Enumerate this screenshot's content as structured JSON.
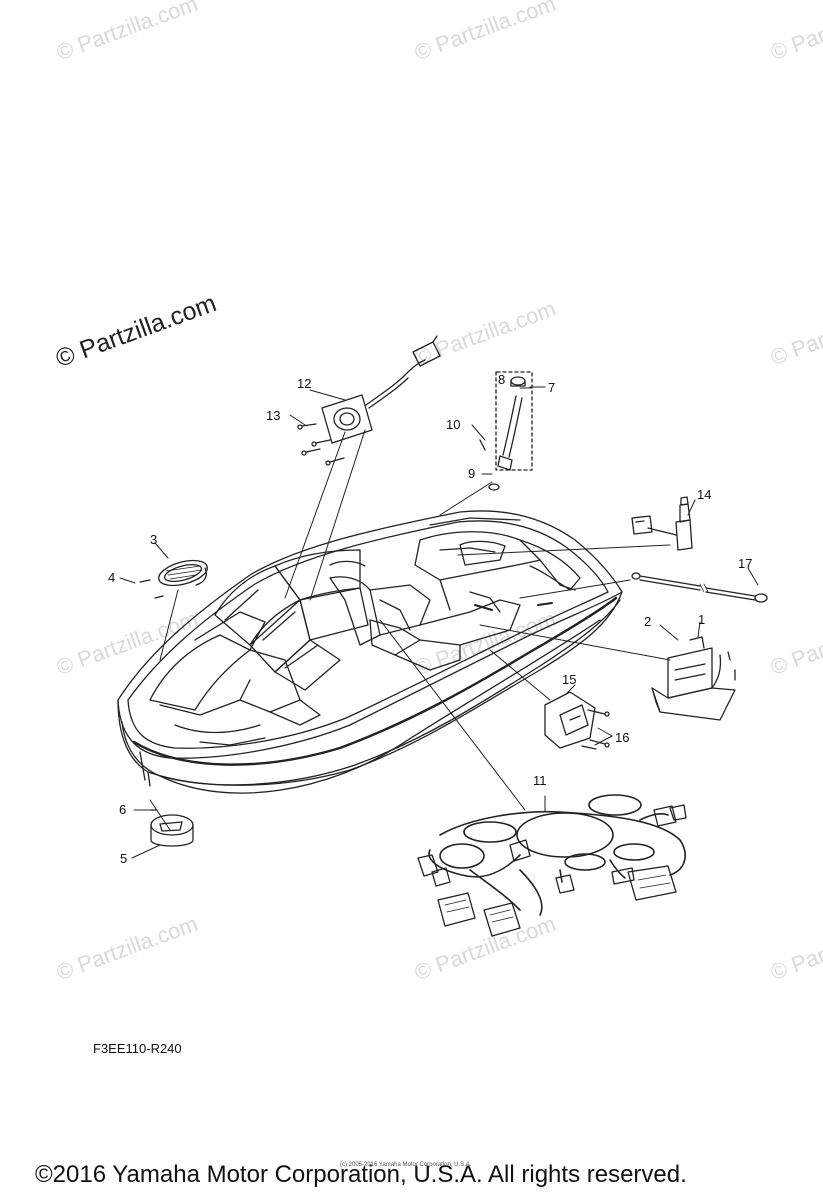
{
  "watermark": {
    "text": "© Partzilla.com",
    "color": "#d9d9d9"
  },
  "callouts": {
    "c1": "1",
    "c2": "2",
    "c3": "3",
    "c4": "4",
    "c5": "5",
    "c6": "6",
    "c7": "7",
    "c8": "8",
    "c9": "9",
    "c10": "10",
    "c11": "11",
    "c12": "12",
    "c13": "13",
    "c14": "14",
    "c15": "15",
    "c16": "16",
    "c17": "17"
  },
  "figure_code": "F3EE110-R240",
  "copyright": {
    "main": "©2016 Yamaha Motor Corporation, U.S.A. All rights reserved.",
    "small": "(c) 2005-2016 Yamaha Motor Corporation, U.S.A."
  }
}
